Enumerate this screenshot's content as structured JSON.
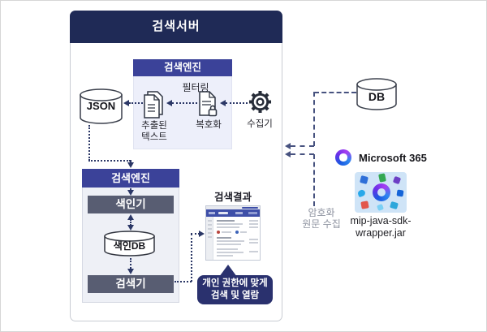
{
  "colors": {
    "server_header": "#1f2a56",
    "engine_header": "#3b4299",
    "engine_body": "#edeffa",
    "inner_bar": "#585d72",
    "bubble": "#2a316e",
    "dotted_line": "#2b3766",
    "dashed_line": "#47527f",
    "mip_image_bg": "#cfe4f7"
  },
  "server": {
    "title": "검색서버"
  },
  "engine_top": {
    "title": "검색엔진",
    "filtering_label": "필터링",
    "extracted_line1": "추출된",
    "extracted_line2": "텍스트",
    "decrypt_label": "복호화",
    "collector_label": "수집기",
    "icons": {
      "extracted": "document-stack-icon",
      "decrypt": "document-lock-icon",
      "collector": "gear-icon"
    }
  },
  "json_store": {
    "label": "JSON",
    "icon": "database-cylinder-icon"
  },
  "engine_bottom": {
    "title": "검색엔진",
    "indexer_label": "색인기",
    "index_db_label": "색인DB",
    "index_db_icon": "database-cylinder-icon",
    "searcher_label": "검색기"
  },
  "results": {
    "title": "검색결과",
    "thumbnail": "search-results-page-thumbnail",
    "bubble_line1": "개인 권한에 맞게",
    "bubble_line2": "검색 및 열람"
  },
  "external": {
    "db_label": "DB",
    "db_icon": "database-cylinder-icon",
    "m365_label": "Microsoft 365",
    "m365_icon": "microsoft-365-logo",
    "jar_image_icon": "microsoft-365-apps-collage",
    "jar_line1": "mip-java-sdk-",
    "jar_line2": "wrapper.jar",
    "flow_label_line1": "암호화",
    "flow_label_line2": "원문 수집"
  }
}
